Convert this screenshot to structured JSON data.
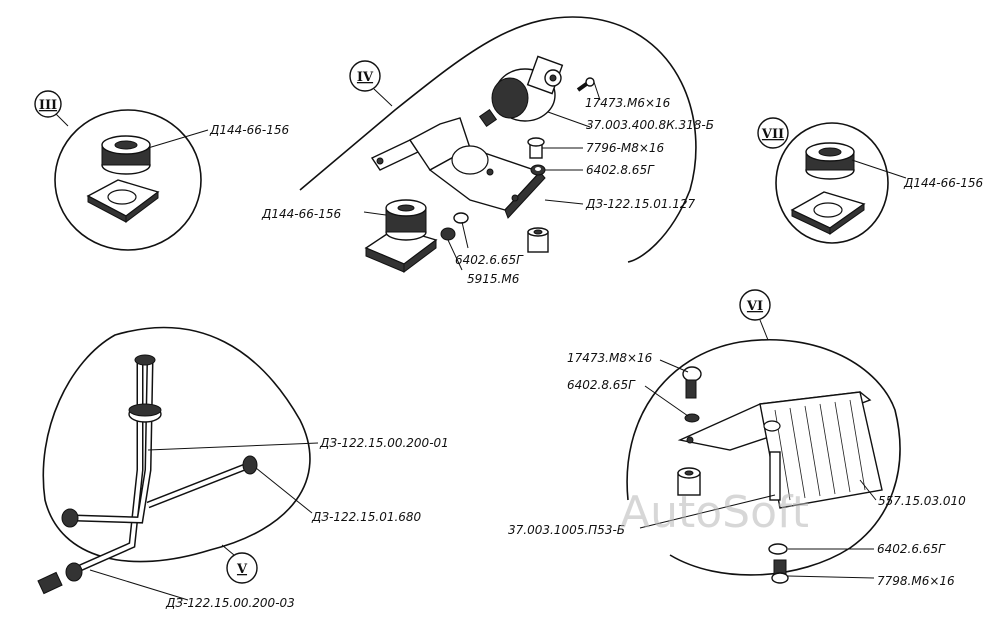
{
  "views": {
    "III": {
      "roman": "III",
      "label_1": "Д144-66-156"
    },
    "IV": {
      "roman": "IV",
      "label_1": "17473.М6×16",
      "label_2": "37.003.400.8К.318-Б",
      "label_3": "7796-М8×16",
      "label_4": "6402.8.65Г",
      "label_5": "ДЗ-122.15.01.127",
      "label_6": "Д144-66-156",
      "label_7": "6402.6.65Г",
      "label_8": "5915.М6"
    },
    "VII": {
      "roman": "VII",
      "label_1": "Д144-66-156"
    },
    "V": {
      "roman": "V",
      "label_1": "ДЗ-122.15.00.200-01",
      "label_2": "ДЗ-122.15.01.680",
      "label_3": "ДЗ-122.15.00.200-03"
    },
    "VI": {
      "roman": "VI",
      "label_1": "17473.М8×16",
      "label_2": "6402.8.65Г",
      "label_3": "557.15.03.010",
      "label_4": "37.003.1005.П53-Б",
      "label_5": "6402.6.65Г",
      "label_6": "7798.М6×16"
    }
  },
  "watermark": "AutoSoft"
}
